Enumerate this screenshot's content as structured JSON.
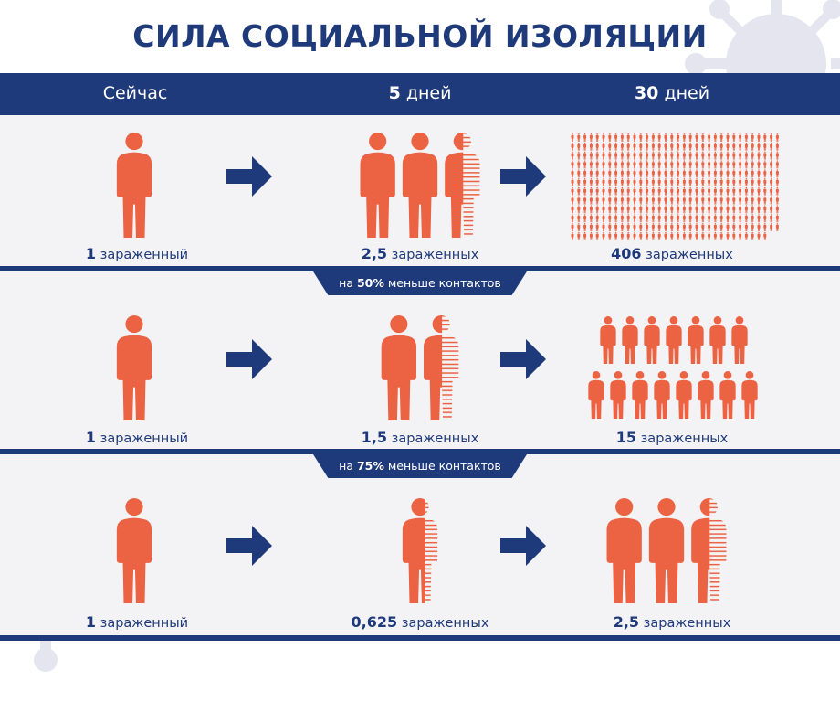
{
  "title": "СИЛА СОЦИАЛЬНОЙ ИЗОЛЯЦИИ",
  "header": {
    "col1": {
      "num": "",
      "text": "Сейчас"
    },
    "col2": {
      "num": "5",
      "text": " дней"
    },
    "col3": {
      "num": "30",
      "text": " дней"
    }
  },
  "dividers": [
    {
      "prefix": "на ",
      "pct": "50%",
      "suffix": " меньше контактов"
    },
    {
      "prefix": "на ",
      "pct": "75%",
      "suffix": " меньше контактов"
    }
  ],
  "rows": [
    {
      "now": {
        "num": "1",
        "unit": "зараженный",
        "infected": 1
      },
      "d5": {
        "num": "2,5",
        "unit": "зараженных",
        "infected": 2.5
      },
      "d30": {
        "num": "406",
        "unit": "зараженных",
        "infected": 406
      }
    },
    {
      "now": {
        "num": "1",
        "unit": "зараженный",
        "infected": 1
      },
      "d5": {
        "num": "1,5",
        "unit": "зараженных",
        "infected": 1.5
      },
      "d30": {
        "num": "15",
        "unit": "зараженных",
        "infected": 15
      }
    },
    {
      "now": {
        "num": "1",
        "unit": "зараженный",
        "infected": 1
      },
      "d5": {
        "num": "0,625",
        "unit": "зараженных",
        "infected": 0.625
      },
      "d30": {
        "num": "2,5",
        "unit": "зараженных",
        "infected": 2.5
      }
    }
  ],
  "colors": {
    "navy": "#1f3a7a",
    "orange": "#ec6344",
    "band": "#f3f3f6",
    "virus": "#e4e5ef"
  },
  "icons": {
    "person": "person-icon",
    "arrow": "arrow-right-icon",
    "virus": "virus-icon"
  }
}
